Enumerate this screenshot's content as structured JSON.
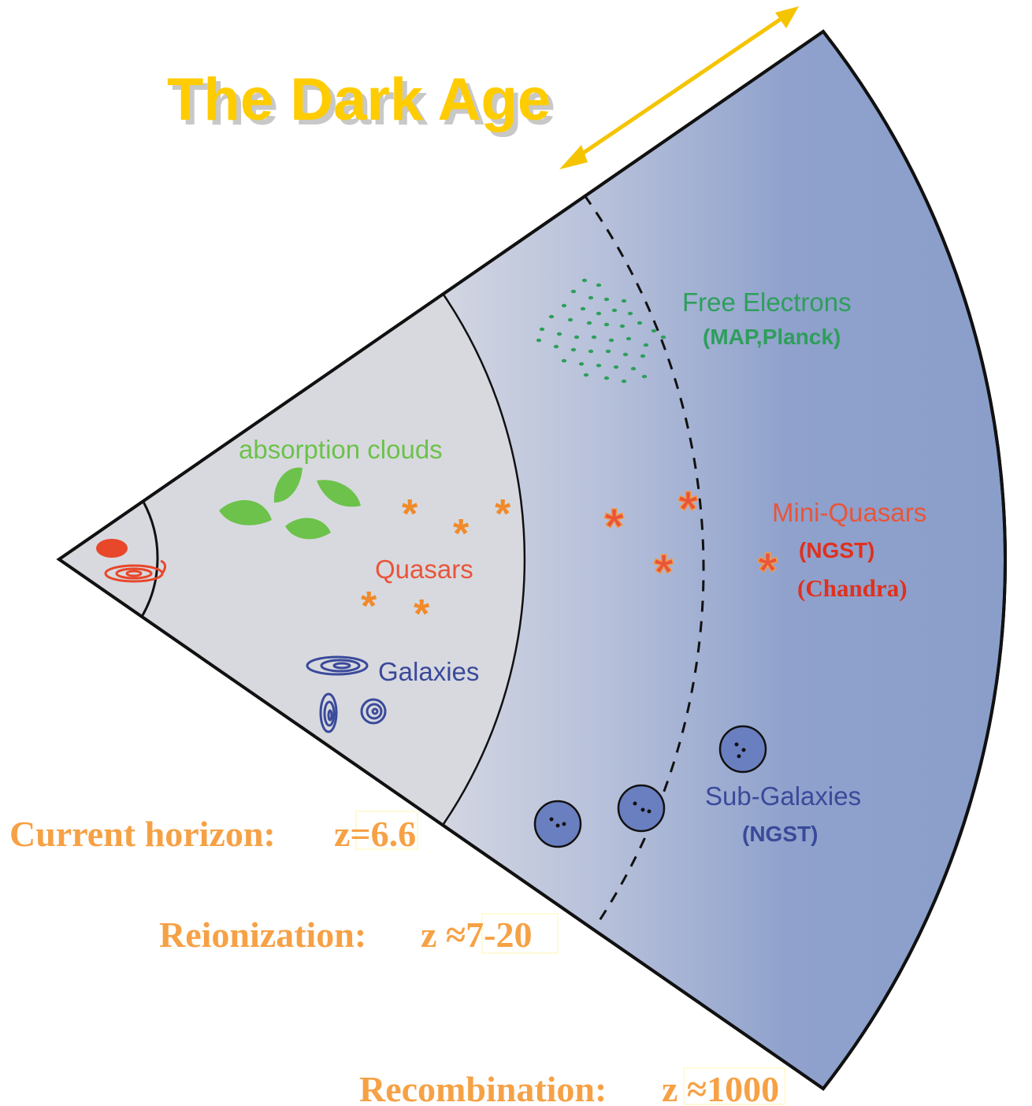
{
  "title": "The Dark Age",
  "colors": {
    "title": "#FFCC00",
    "arrow": "#F5C400",
    "inner_fill": "#D8D8E0",
    "outer_fill": "#8A9FCB",
    "green_text": "#2E9E5B",
    "light_green": "#6CC24A",
    "orange": "#F08A2A",
    "red_orange": "#E8553A",
    "dark_red": "#E0301E",
    "navy": "#3A4A9A",
    "sub_galaxy": "#6A7FC0",
    "label_orange": "#F6A145"
  },
  "labels": {
    "free_electrons": "Free Electrons",
    "free_electrons_instr": "(MAP,Planck)",
    "absorption_clouds": "absorption clouds",
    "quasars": "Quasars",
    "galaxies": "Galaxies",
    "mini_quasars": "Mini-Quasars",
    "mini_quasars_instr_1": "(NGST)",
    "mini_quasars_instr_2": "(Chandra)",
    "sub_galaxies": "Sub-Galaxies",
    "sub_galaxies_instr": "(NGST)"
  },
  "horizons": {
    "current": {
      "name": "Current horizon:",
      "value": "z=6.6"
    },
    "reionization": {
      "name": "Reionization:",
      "value": "z ≈7-20"
    },
    "recombination": {
      "name": "Recombination:",
      "value": "z ≈1000"
    }
  },
  "icons": {
    "clouds": "leaf-blob-icon",
    "quasar": "asterisk-icon",
    "galaxy": "spiral-galaxy-icon",
    "sub_galaxy": "dotted-circle-icon",
    "electrons": "dot-cluster-icon"
  }
}
